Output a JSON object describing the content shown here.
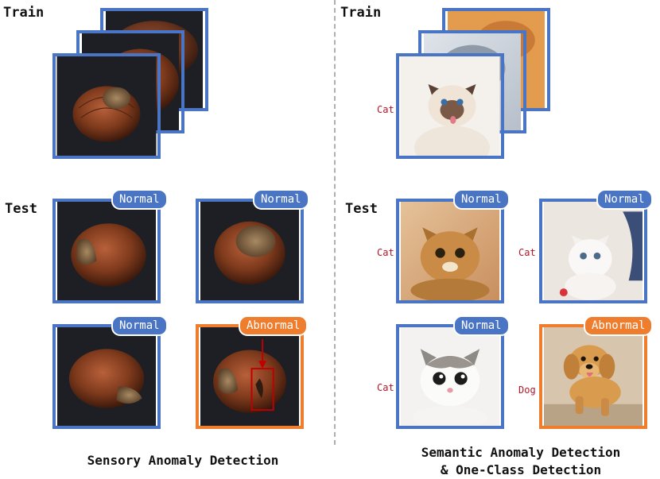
{
  "sensory": {
    "train_label": "Train",
    "test_label": "Test",
    "caption": "Sensory Anomaly Detection",
    "tests": [
      {
        "badge": "Normal"
      },
      {
        "badge": "Normal"
      },
      {
        "badge": "Normal"
      },
      {
        "badge": "Abnormal"
      }
    ]
  },
  "semantic": {
    "train_label": "Train",
    "test_label": "Test",
    "caption_line1": "Semantic Anomaly Detection",
    "caption_line2": "& One-Class Detection",
    "train_class": "Cat",
    "tests": [
      {
        "badge": "Normal",
        "class": "Cat"
      },
      {
        "badge": "Normal",
        "class": "Cat"
      },
      {
        "badge": "Normal",
        "class": "Cat"
      },
      {
        "badge": "Abnormal",
        "class": "Dog"
      }
    ]
  },
  "colors": {
    "normal": "#4a74c4",
    "abnormal": "#ef7d2e",
    "class_label": "#b0172a",
    "defect_box": "#c00000"
  }
}
